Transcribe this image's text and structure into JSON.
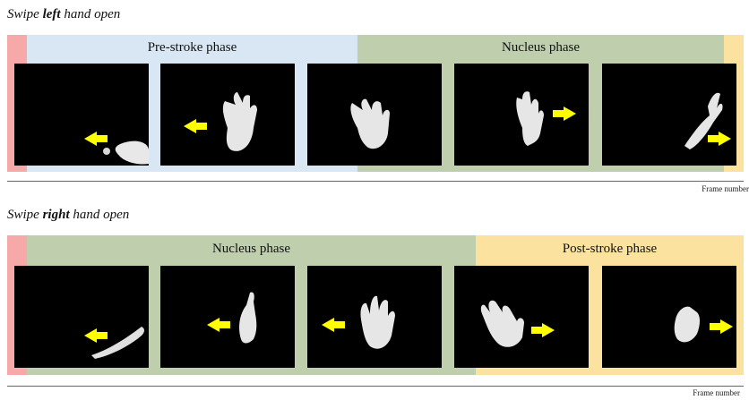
{
  "rows": [
    {
      "title_prefix": "Swipe ",
      "title_emph": "left",
      "title_suffix": " hand open",
      "phases": [
        "Pre-stroke phase",
        "Nucleus phase"
      ],
      "frame_arrows": [
        "left",
        "left",
        "none",
        "right",
        "right"
      ],
      "axis_label": "Frame number"
    },
    {
      "title_prefix": "Swipe ",
      "title_emph": "right",
      "title_suffix": " hand open",
      "phases": [
        "Nucleus phase",
        "Post-stroke phase"
      ],
      "frame_arrows": [
        "left",
        "left",
        "left",
        "right",
        "right"
      ],
      "axis_label": "Frame number"
    }
  ],
  "colors": {
    "pre_stroke": "#d9e7f4",
    "nucleus": "#bfcfae",
    "post_stroke": "#fbe29f",
    "edge_start": "#f7a9aa",
    "arrow": "#ffff00"
  }
}
